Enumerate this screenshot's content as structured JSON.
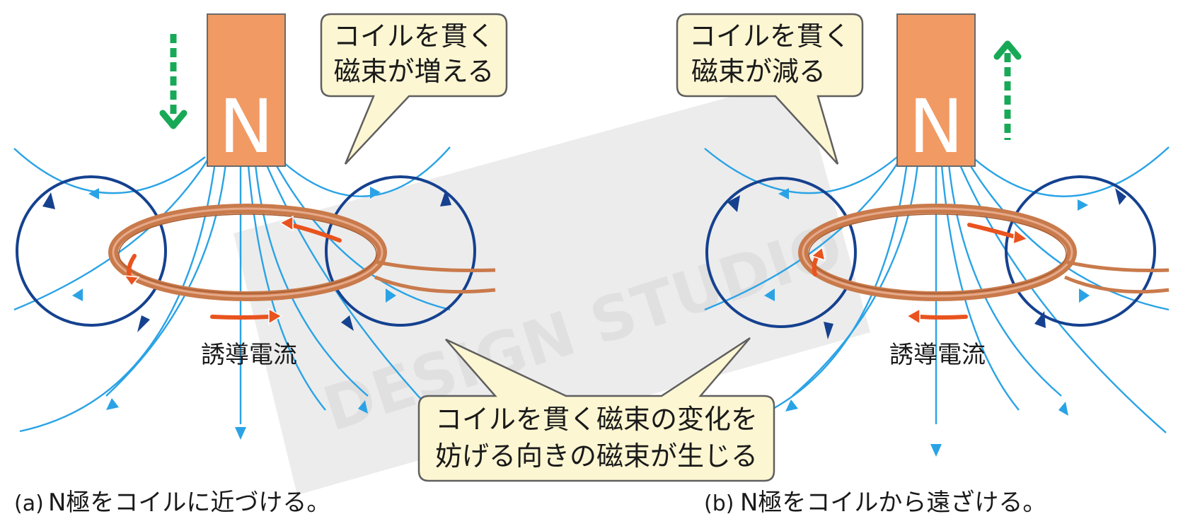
{
  "panel_a": {
    "magnet_label": "N",
    "bubble_line1": "コイルを貫く",
    "bubble_line2": "磁束が増える",
    "current_label": "誘導電流",
    "caption_letter": "(a)",
    "caption_text": "N極をコイルに近づける。"
  },
  "panel_b": {
    "magnet_label": "N",
    "bubble_line1": "コイルを貫く",
    "bubble_line2": "磁束が減る",
    "current_label": "誘導電流",
    "caption_letter": "(b)",
    "caption_text": "N極をコイルから遠ざける。"
  },
  "center_bubble": {
    "line1": "コイルを貫く磁束の変化を",
    "line2": "妨げる向きの磁束が生じる"
  },
  "watermark": "DESIGN STUDIO",
  "colors": {
    "field_line": "#2aa3e6",
    "induced_field_loop": "#15418f",
    "magnet": "#f19a63",
    "coil": "#c97a4b",
    "induced_current": "#e9531e",
    "motion_arrow": "#18a957",
    "bubble_fill": "#fcf6d2"
  },
  "icons": {
    "motion_a": "dashed-arrow-down-icon",
    "motion_b": "dashed-arrow-up-icon"
  }
}
